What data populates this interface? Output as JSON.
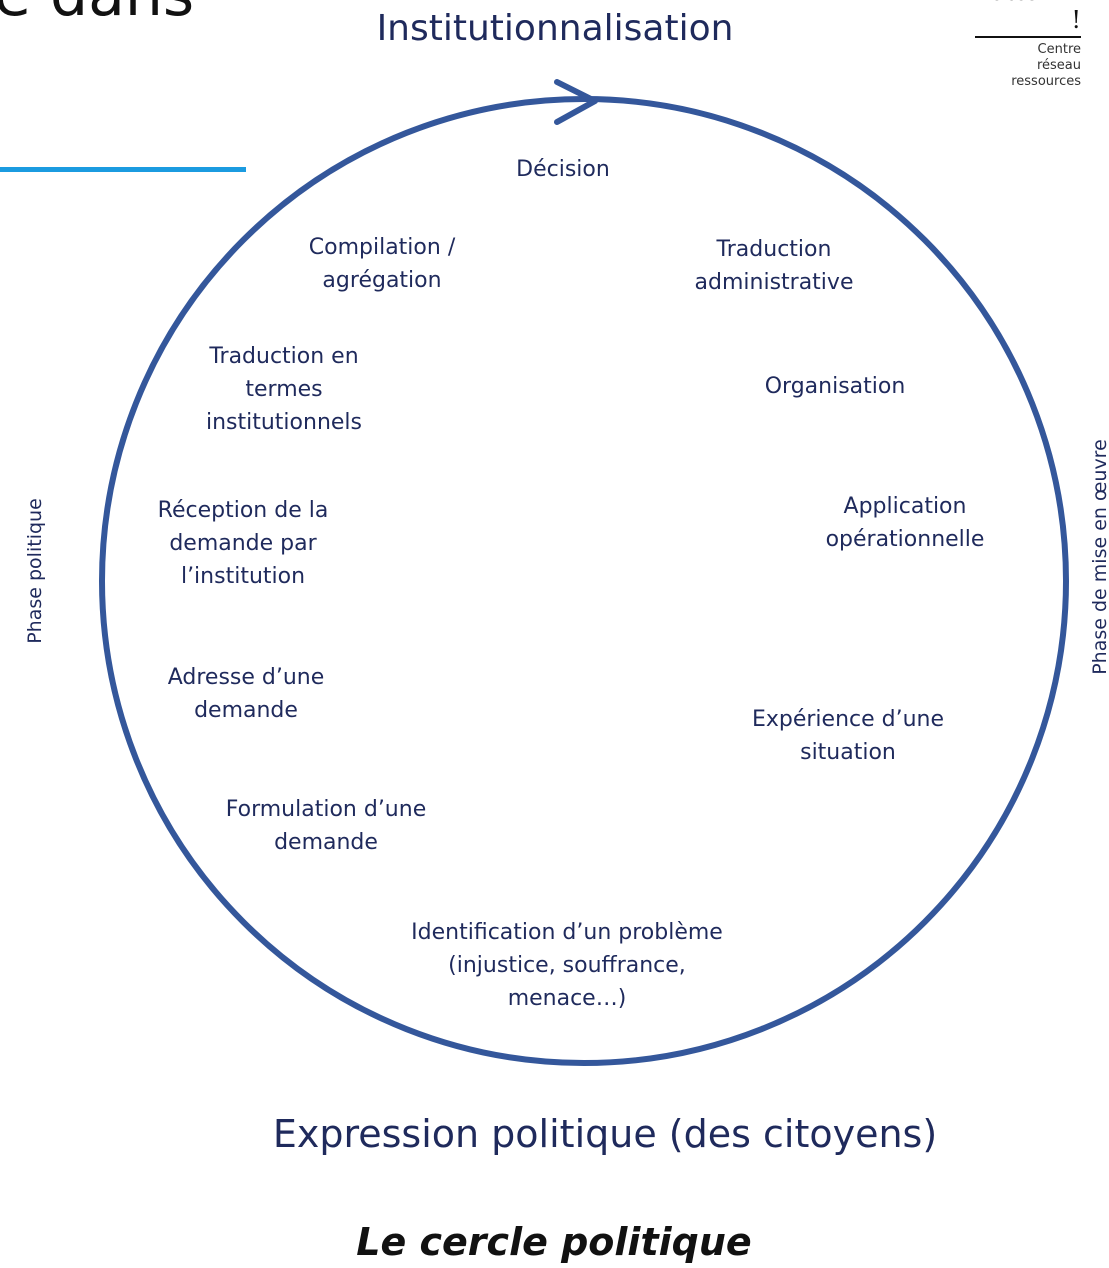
{
  "title_fragment": "e dans",
  "top_label": "Institutionnalisation",
  "bottom_label": "Expression politique (des citoyens)",
  "left_label": "Phase politique",
  "right_label": "Phase de mise en œuvre",
  "caption": "Le cercle politique",
  "logo": {
    "word": "atterrir !",
    "line1": "Centre",
    "line2": "réseau",
    "line3": "ressources"
  },
  "steps": [
    {
      "id": "decision",
      "text": "Décision"
    },
    {
      "id": "traduction-administrative",
      "text": "Traduction\nadministrative"
    },
    {
      "id": "organisation",
      "text": "Organisation"
    },
    {
      "id": "application-operationnelle",
      "text": "Application\nopérationnelle"
    },
    {
      "id": "experience-situation",
      "text": "Expérience d’une\nsituation"
    },
    {
      "id": "identification-probleme",
      "text": "Identification d’un problème\n(injustice, souffrance,\nmenace…)"
    },
    {
      "id": "formulation-demande",
      "text": "Formulation d’une\ndemande"
    },
    {
      "id": "adresse-demande",
      "text": "Adresse d’une\ndemande"
    },
    {
      "id": "reception-demande",
      "text": "Réception de la\ndemande par\nl’institution"
    },
    {
      "id": "traduction-institutionnelle",
      "text": "Traduction en\ntermes\ninstitutionnels"
    },
    {
      "id": "compilation-agregation",
      "text": "Compilation /\nagrégation"
    }
  ],
  "colors": {
    "circle": "#34579b",
    "accent_line": "#1b9be0",
    "text": "#1f2a5c"
  }
}
